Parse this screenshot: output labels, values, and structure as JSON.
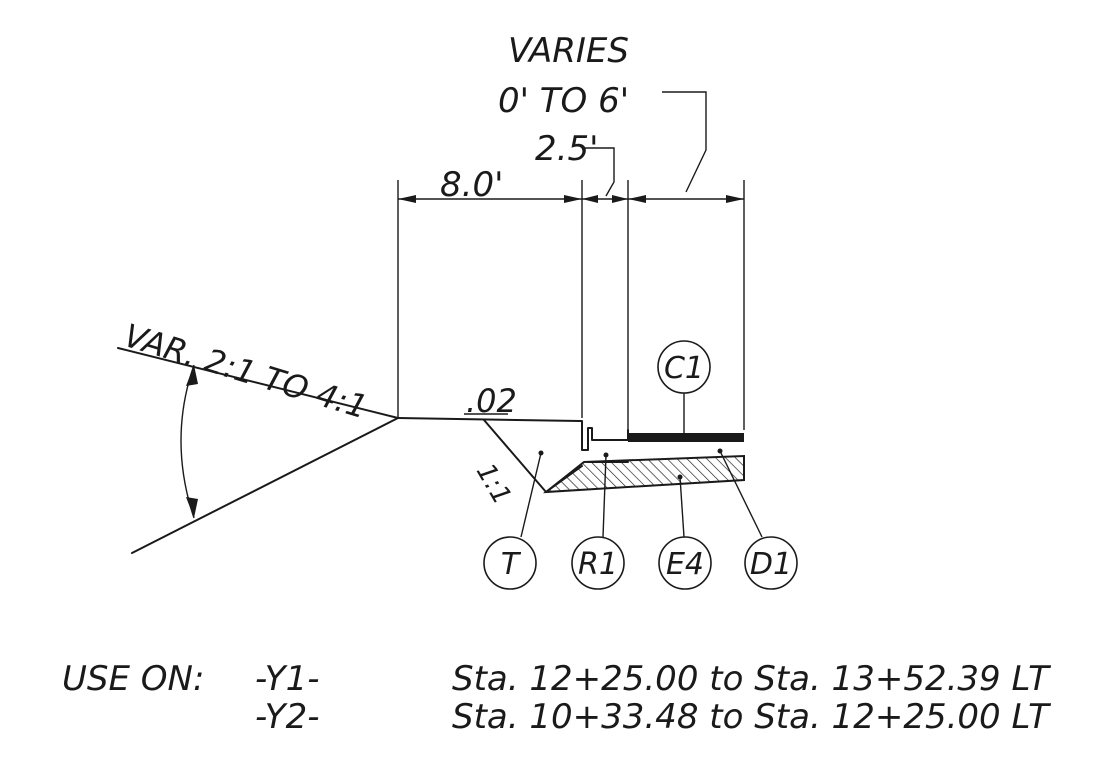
{
  "dimensions": {
    "varies_line1": "VARIES",
    "varies_line2": "0' TO 6'",
    "shoulder_width": "2.5'",
    "berm_width": "8.0'",
    "cross_slope": ".02",
    "side_slope": "VAR. 2:1 TO 4:1",
    "ditch_slope": "1:1"
  },
  "callouts": {
    "c1": "C1",
    "t": "T",
    "r1": "R1",
    "e4": "E4",
    "d1": "D1"
  },
  "usage": {
    "label": "USE ON:",
    "rows": [
      {
        "line": "-Y1-",
        "range": "Sta. 12+25.00 to Sta. 13+52.39 LT"
      },
      {
        "line": "-Y2-",
        "range": "Sta. 10+33.48 to Sta. 12+25.00 LT"
      }
    ]
  }
}
